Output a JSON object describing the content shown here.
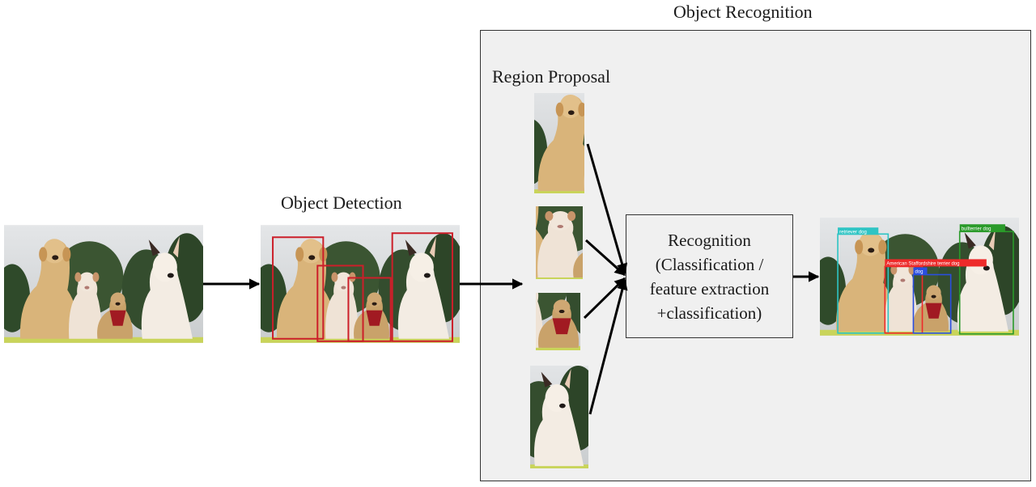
{
  "titles": {
    "object_detection": "Object Detection",
    "object_recognition": "Object Recognition",
    "region_proposal": "Region Proposal"
  },
  "recognition_box": {
    "lines": [
      "Recognition",
      "(Classification /",
      "feature extraction",
      "+classification)"
    ]
  },
  "stages": [
    "input-image",
    "object-detection",
    "region-proposal",
    "recognition",
    "labeled-output"
  ],
  "region_crops": [
    "retriever",
    "pitbull",
    "small-dog-harness",
    "bull-terrier"
  ],
  "output_labels": [
    {
      "text": "retriever dog",
      "color": "#2ec4c4"
    },
    {
      "text": "American Staffordshire terrier dog",
      "color": "#ee2a2a"
    },
    {
      "text": "dog",
      "color": "#2a4ee0"
    },
    {
      "text": "bullterrier dog",
      "color": "#2a9a2a"
    }
  ],
  "detection_box_color": "#cc1f2a",
  "colors": {
    "panel_bg": "#f0f0f0",
    "arrow": "#000000"
  }
}
